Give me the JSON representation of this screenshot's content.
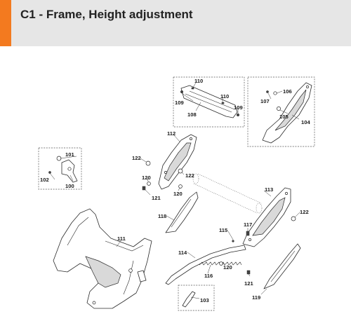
{
  "header": {
    "title": "C1 - Frame, Height adjustment",
    "accent_color": "#f37a1f",
    "background_color": "#e6e6e6"
  },
  "part_labels": {
    "p100": "100",
    "p101": "101",
    "p102": "102",
    "p103": "103",
    "p104": "104",
    "p105": "105",
    "p106": "106",
    "p107": "107",
    "p108": "108",
    "p109a": "109",
    "p109b": "109",
    "p110a": "110",
    "p110b": "110",
    "p111": "111",
    "p112": "112",
    "p113": "113",
    "p114": "114",
    "p115": "115",
    "p116": "116",
    "p117": "117",
    "p118": "118",
    "p119": "119",
    "p120a": "120",
    "p120b": "120",
    "p120c": "120",
    "p121a": "121",
    "p121b": "121",
    "p122a": "122",
    "p122b": "122",
    "p122c": "122"
  }
}
